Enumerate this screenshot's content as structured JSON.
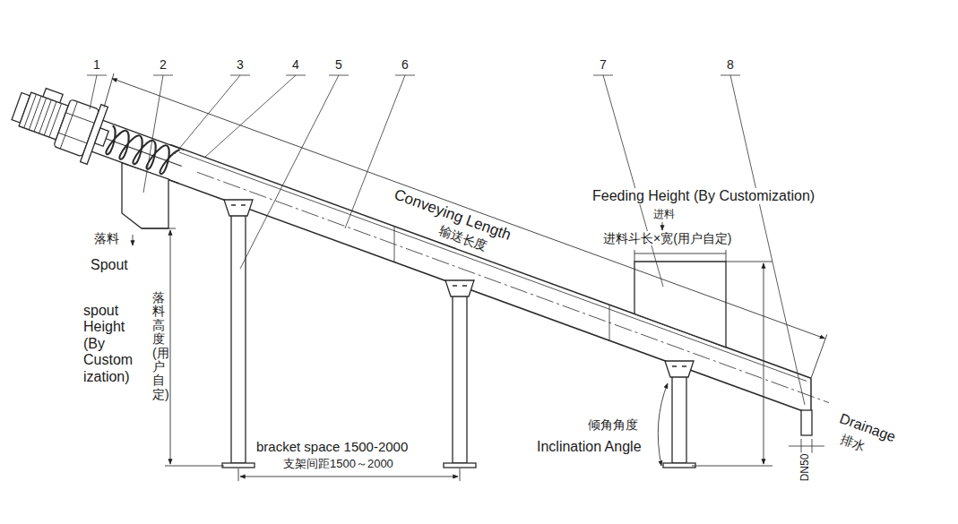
{
  "diagram": {
    "labels": [
      "1",
      "2",
      "3",
      "4",
      "5",
      "6",
      "7",
      "8",
      "Conveying Length",
      "输送长度",
      "Feeding Height (By Customization)",
      "进料",
      "进料斗长×宽(用户自定)",
      "落料",
      "Spout",
      "spout Height (By Custom ization)",
      "落料高度(用户自定)",
      "bracket space 1500-2000",
      "支架间距1500～2000",
      "倾角角度",
      "Inclination Angle",
      "Drainage",
      "排水",
      "DN50"
    ]
  }
}
